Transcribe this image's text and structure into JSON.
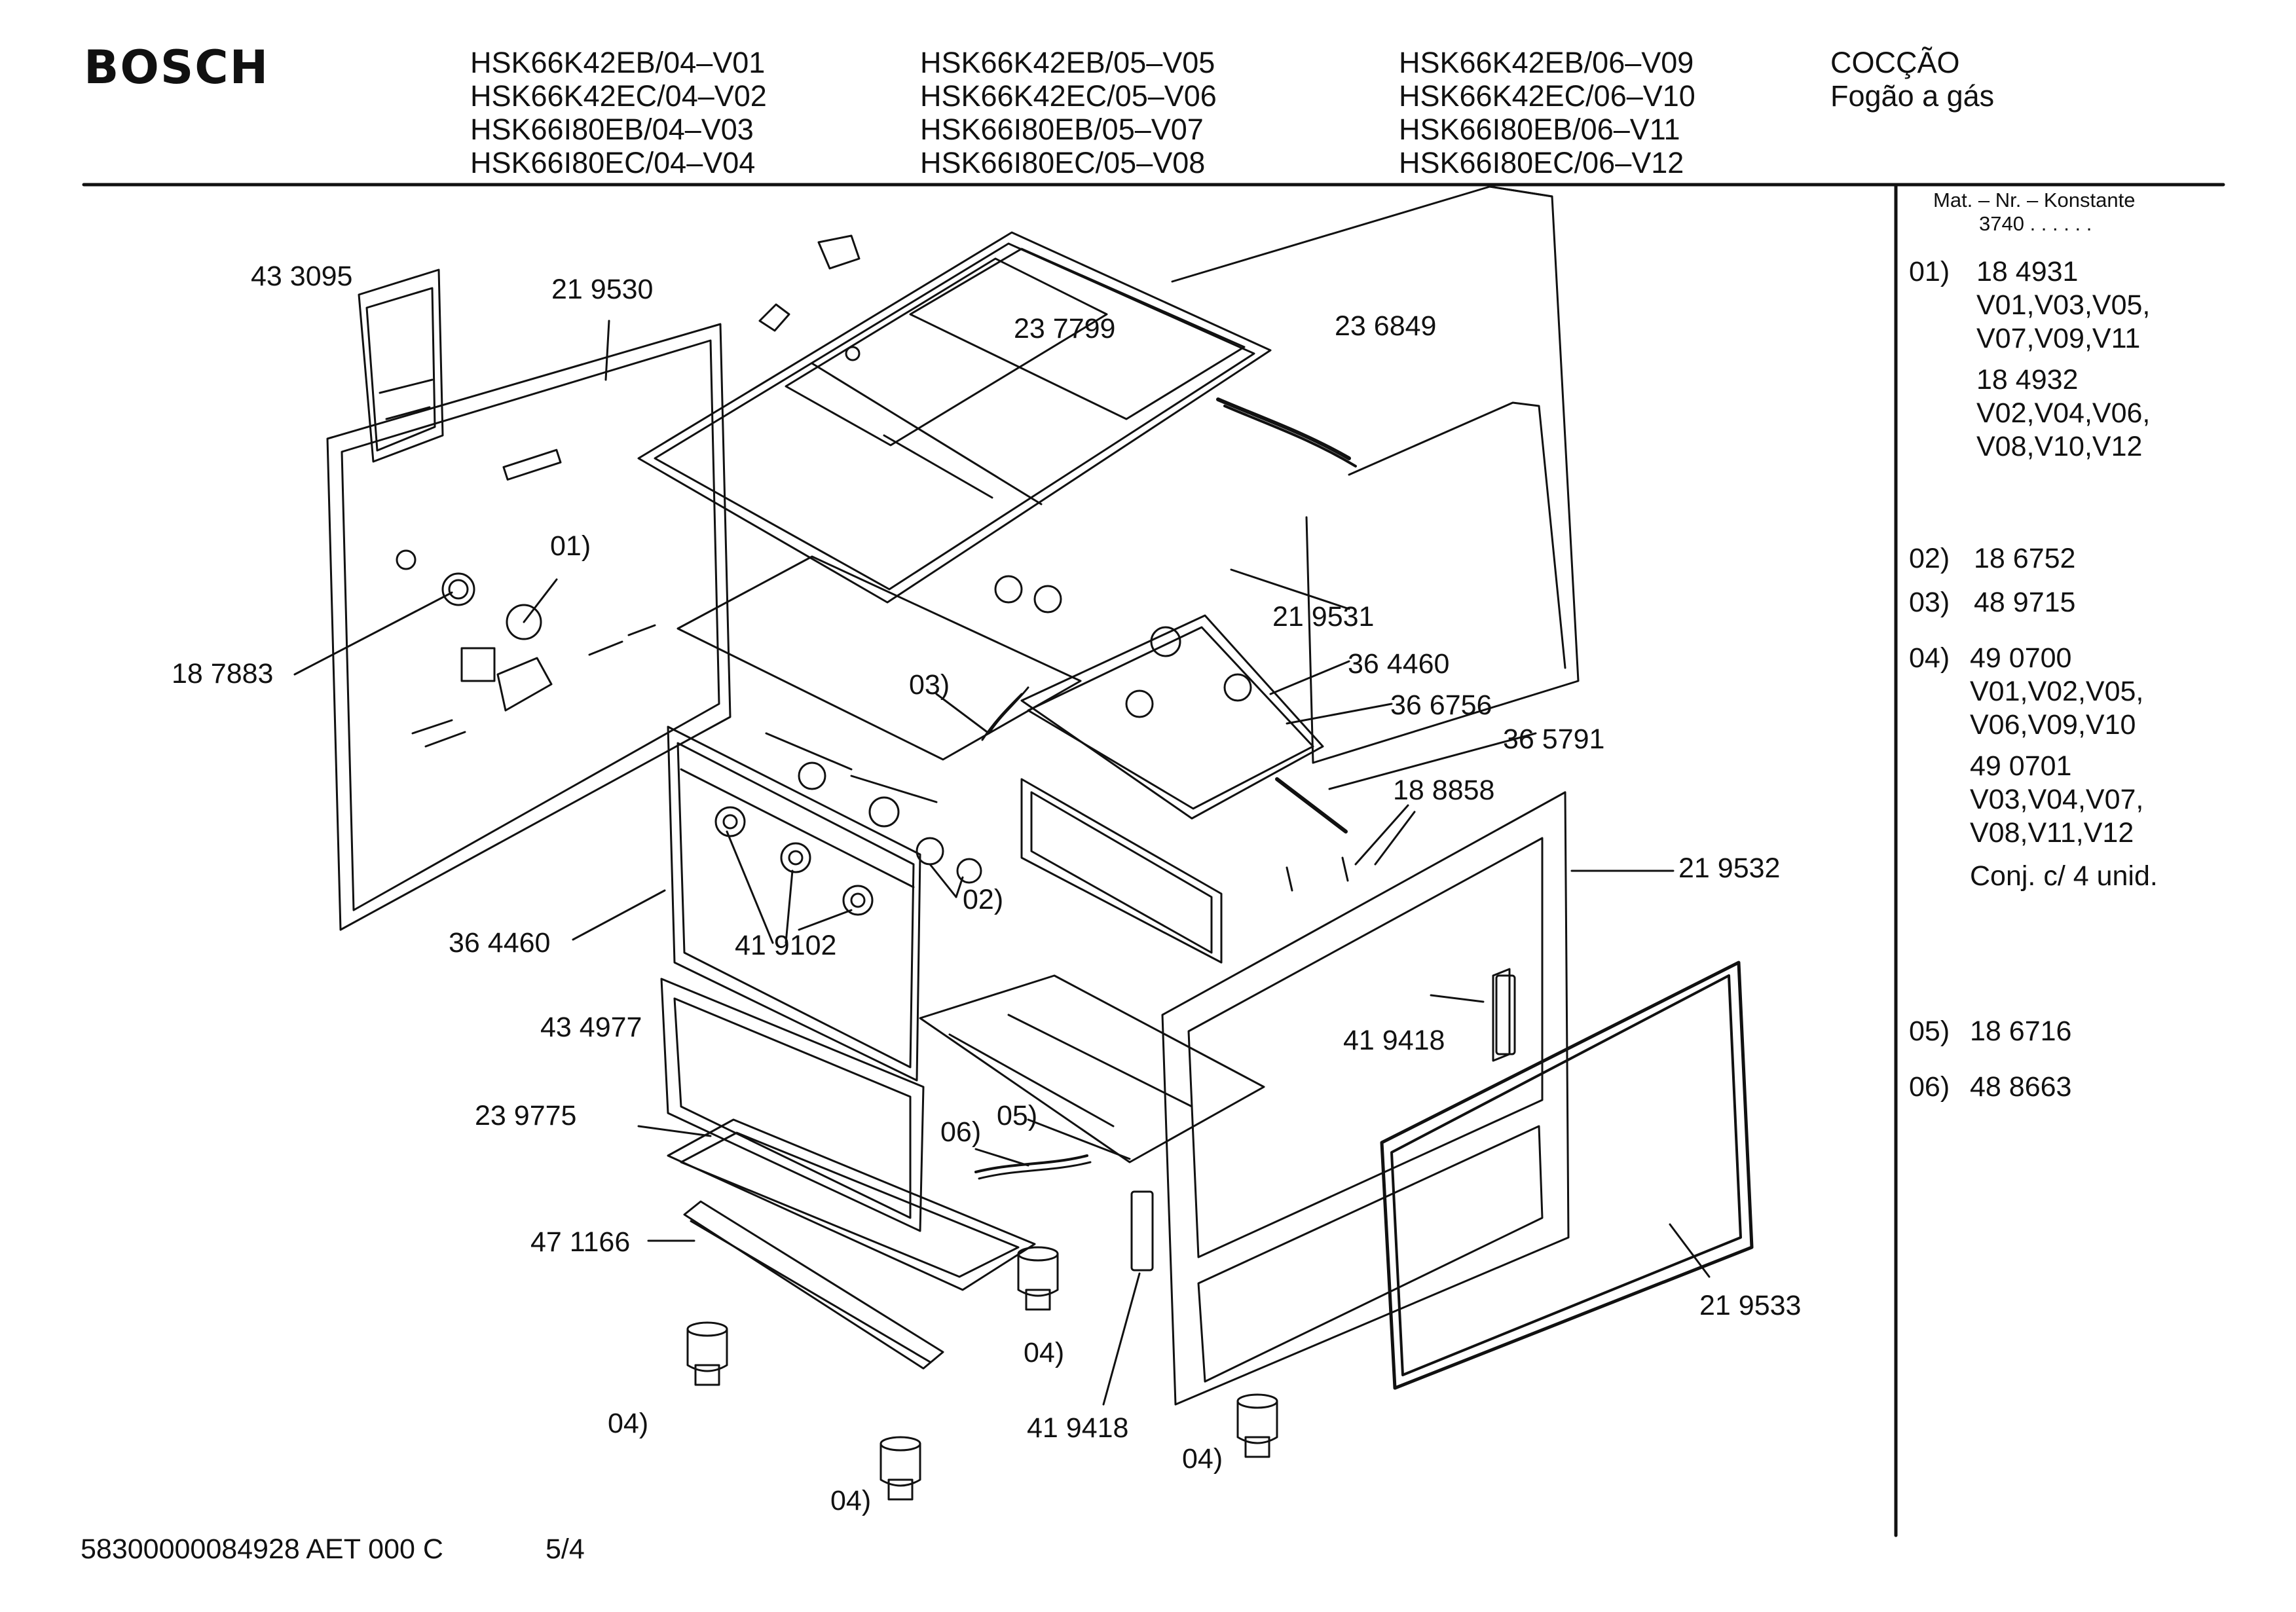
{
  "header": {
    "brand": "BOSCH",
    "models": [
      [
        "HSK66K42EB/04–V01",
        "HSK66K42EC/04–V02",
        "HSK66I80EB/04–V03",
        "HSK66I80EC/04–V04"
      ],
      [
        "HSK66K42EB/05–V05",
        "HSK66K42EC/05–V06",
        "HSK66I80EB/05–V07",
        "HSK66I80EC/05–V08"
      ],
      [
        "HSK66K42EB/06–V09",
        "HSK66K42EC/06–V10",
        "HSK66I80EB/06–V11",
        "HSK66I80EC/06–V12"
      ]
    ],
    "category": "COCÇÃO",
    "product": "Fogão a gás"
  },
  "sidebar": {
    "header_line1": "Mat. – Nr. – Konstante",
    "header_line2": "3740 . . . . . .",
    "items": [
      {
        "ref": "01)",
        "lines": [
          "18 4931",
          "V01,V03,V05,",
          "V07,V09,V11",
          "18 4932",
          "V02,V04,V06,",
          "V08,V10,V12"
        ]
      },
      {
        "ref": "02)",
        "lines": [
          "18 6752"
        ]
      },
      {
        "ref": "03)",
        "lines": [
          "48 9715"
        ]
      },
      {
        "ref": "04)",
        "lines": [
          "49 0700",
          "V01,V02,V05,",
          "V06,V09,V10",
          "49 0701",
          "V03,V04,V07,",
          "V08,V11,V12",
          "Conj. c/ 4 unid."
        ]
      },
      {
        "ref": "05)",
        "lines": [
          "18 6716"
        ]
      },
      {
        "ref": "06)",
        "lines": [
          "48 8663"
        ]
      }
    ]
  },
  "callouts": {
    "c433095": "43 3095",
    "c219530": "21 9530",
    "c237799": "23 7799",
    "c236849": "23 6849",
    "c01": "01)",
    "c187883": "18 7883",
    "c219531": "21 9531",
    "c364460a": "36 4460",
    "c03": "03)",
    "c366756": "36 6756",
    "c365791": "36 5791",
    "c188858": "18 8858",
    "c219532": "21 9532",
    "c364460b": "36 4460",
    "c02": "02)",
    "c419102": "41 9102",
    "c434977": "43 4977",
    "c419418a": "41 9418",
    "c239775": "23 9775",
    "c05": "05)",
    "c06": "06)",
    "c471166": "47 1166",
    "c04a": "04)",
    "c219533": "21 9533",
    "c04b": "04)",
    "c419418b": "41 9418",
    "c04c": "04)",
    "c04d": "04)"
  },
  "footer": {
    "doc_number": "58300000084928 AET 000 C",
    "page": "5/4"
  }
}
